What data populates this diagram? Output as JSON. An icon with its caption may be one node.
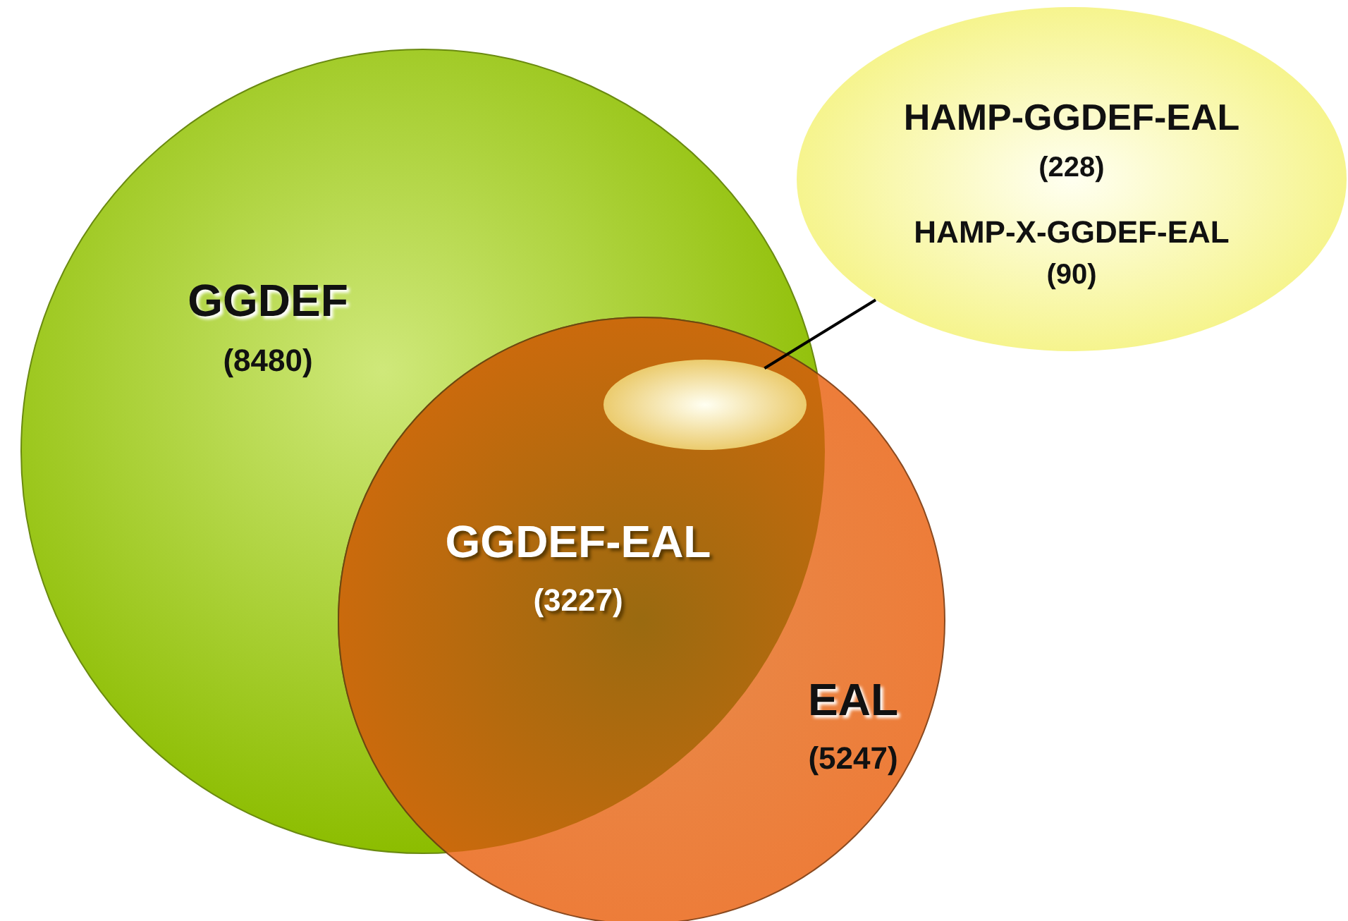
{
  "diagram": {
    "nodes": [
      {
        "text": [
          "GGDEF",
          "(8480)"
        ]
      },
      {
        "text": [
          "EAL",
          "(5247)"
        ]
      },
      {
        "text": [
          "GGDEF-EAL",
          "(3227)"
        ]
      },
      {
        "text": [
          "HAMP-GGDEF-EAL",
          "(228)",
          "HAMP-X-GGDEF-EAL",
          "(90)"
        ]
      },
      {
        "text": [],
        "shape": "ellipse"
      }
    ],
    "edges": [
      {
        "from": 3,
        "to": 4,
        "arrow": "none"
      }
    ]
  }
}
